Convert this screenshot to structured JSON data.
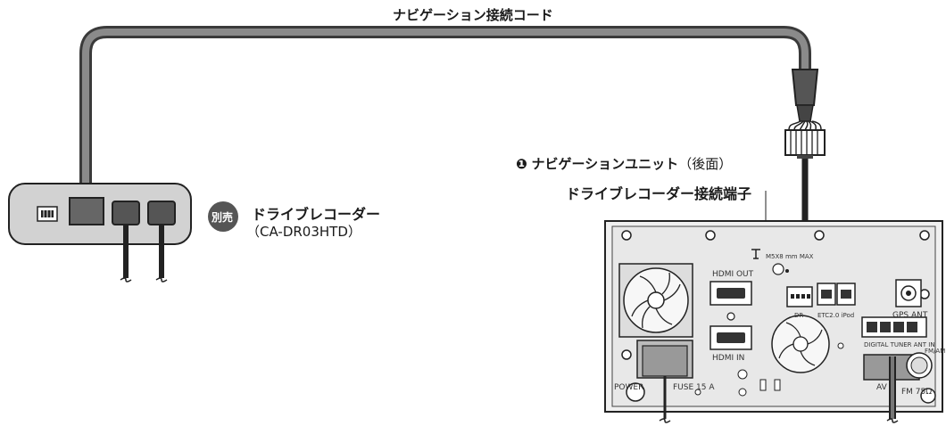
{
  "cable_label": "ナビゲーション接続コード",
  "recorder": {
    "badge": "別売",
    "name": "ドライブレコーダー",
    "model": "（CA-DR03HTD）"
  },
  "nav_unit": {
    "number": "❶",
    "title": "ナビゲーションユニット",
    "suffix": "（後面）",
    "port_label": "ドライブレコーダー接続端子"
  },
  "panel_labels": {
    "screw_note": "M5X8 mm MAX",
    "hdmi_out": "HDMI OUT",
    "hdmi_in": "HDMI IN",
    "dr": "DR",
    "etc_ipod": "ETC2.0 iPod",
    "gps_ant": "GPS ANT",
    "digital_tuner": "DIGITAL TUNER ANT IN",
    "fm_am_ant": "FM/AM ANT",
    "power": "POWER",
    "fuse": "FUSE 15 A",
    "av": "AV",
    "fm75": "FM 75Ω"
  }
}
